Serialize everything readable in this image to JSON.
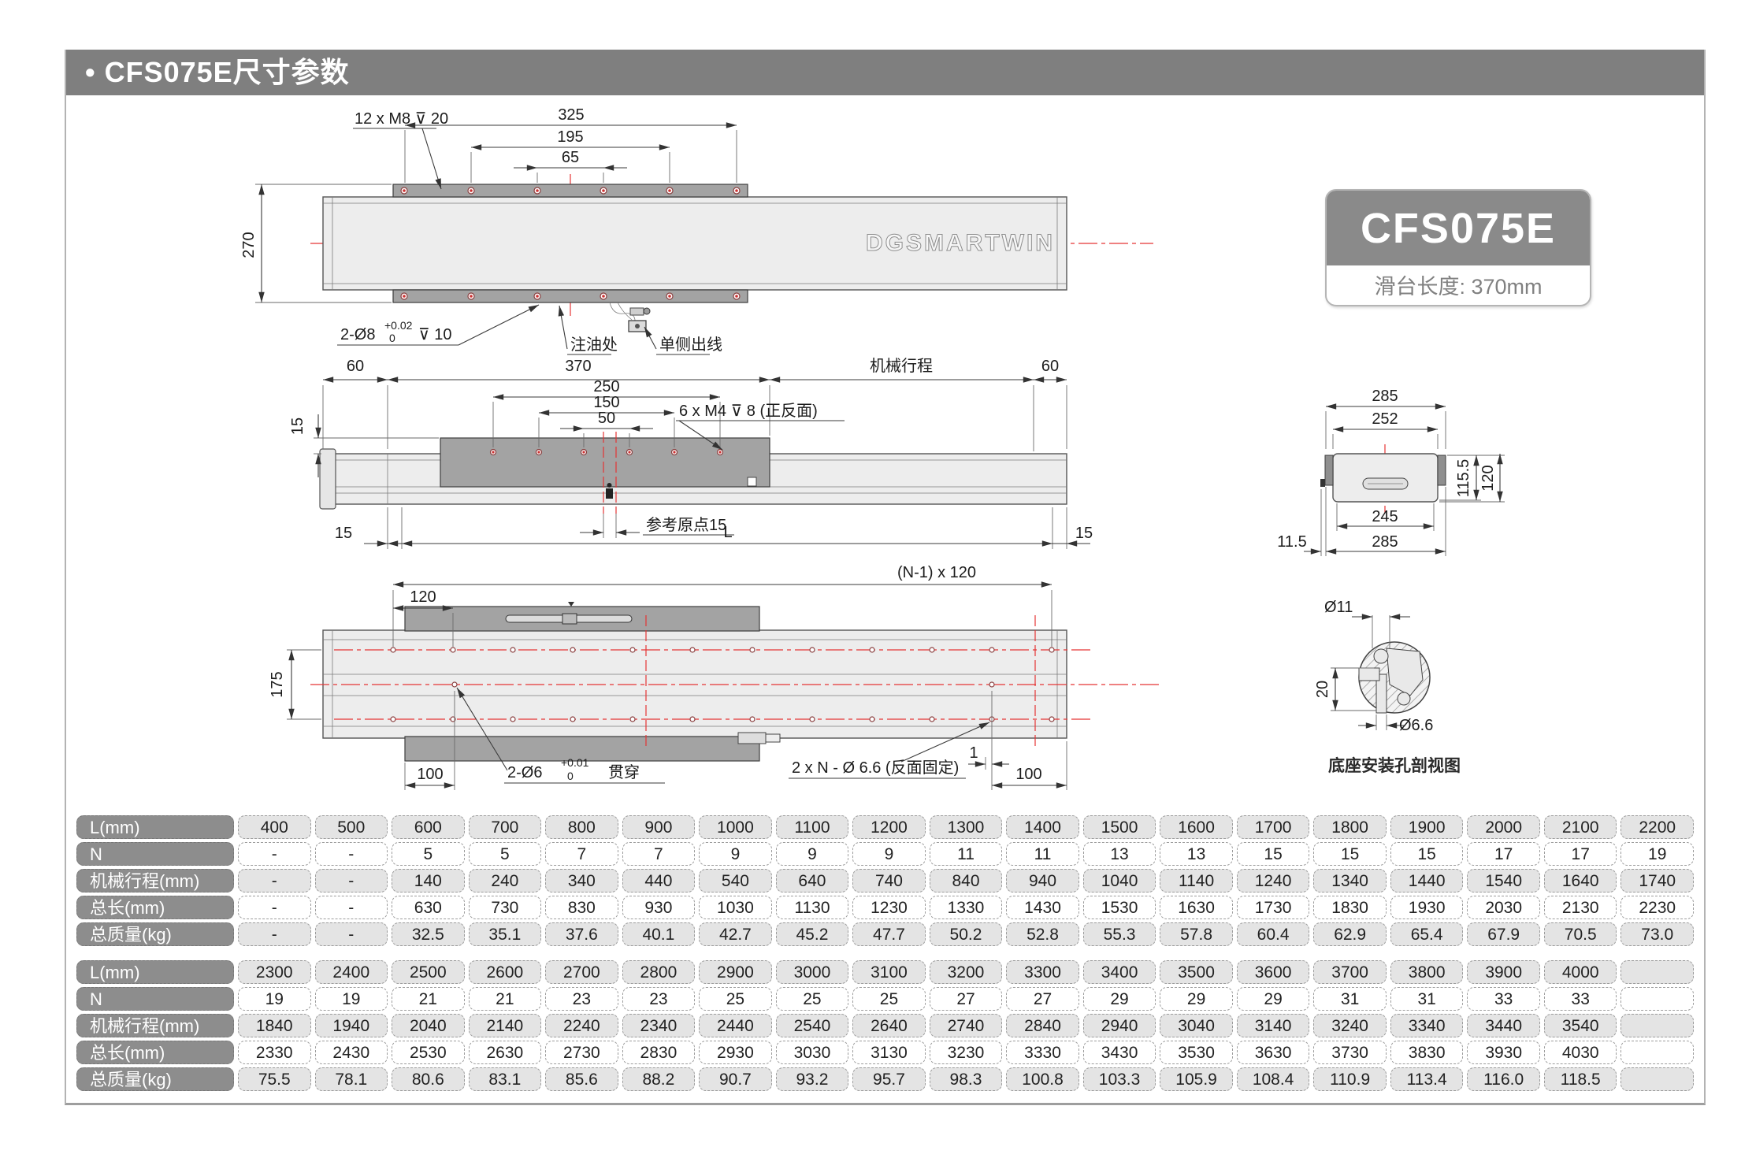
{
  "page": {
    "title": "• CFS075E尺寸参数"
  },
  "badge": {
    "model": "CFS075E",
    "slide_length": "滑台长度: 370mm"
  },
  "drawings": {
    "top": {
      "m8_note": "12 x M8  ⊽ 20",
      "d325": "325",
      "d195": "195",
      "d65": "65",
      "d270": "270",
      "hole_note": "2-Ø8",
      "tol_plus": "+0.02",
      "tol_zero": "0",
      "depth10": "⊽ 10",
      "oil": "注油处",
      "cable": "单侧出线",
      "logo": "DGSMARTWIN"
    },
    "side": {
      "d60l": "60",
      "d370": "370",
      "stroke_lbl": "机械行程",
      "d60r": "60",
      "d250": "250",
      "d150": "150",
      "d50": "50",
      "d15side": "15",
      "m4_note": "6 x M4  ⊽ 8 (正反面)",
      "origin": "参考原点15",
      "d15bl": "15",
      "dL": "L",
      "d15br": "15"
    },
    "end": {
      "d285t": "285",
      "d252": "252",
      "d115": "115.5",
      "d120": "120",
      "d245": "245",
      "d285b": "285",
      "d11_5": "11.5"
    },
    "bottom": {
      "pattern": "(N-1) x 120",
      "d120": "120",
      "d175": "175",
      "d100l": "100",
      "hole_note": "2-Ø6",
      "tol_plus": "+0.01",
      "tol_zero": "0",
      "thru": "贯穿",
      "mount": "2 x N - Ø 6.6 (反面固定)",
      "d1": "1",
      "d100r": "100"
    },
    "section": {
      "d11": "Ø11",
      "d20": "20",
      "d66": "Ø6.6",
      "caption": "底座安装孔剖视图"
    }
  },
  "tables": [
    {
      "rows": [
        {
          "label": "L(mm)",
          "values": [
            "400",
            "500",
            "600",
            "700",
            "800",
            "900",
            "1000",
            "1100",
            "1200",
            "1300",
            "1400",
            "1500",
            "1600",
            "1700",
            "1800",
            "1900",
            "2000",
            "2100",
            "2200"
          ]
        },
        {
          "label": "N",
          "values": [
            "-",
            "-",
            "5",
            "5",
            "7",
            "7",
            "9",
            "9",
            "9",
            "11",
            "11",
            "13",
            "13",
            "15",
            "15",
            "15",
            "17",
            "17",
            "19"
          ]
        },
        {
          "label": "机械行程(mm)",
          "values": [
            "-",
            "-",
            "140",
            "240",
            "340",
            "440",
            "540",
            "640",
            "740",
            "840",
            "940",
            "1040",
            "1140",
            "1240",
            "1340",
            "1440",
            "1540",
            "1640",
            "1740"
          ]
        },
        {
          "label": "总长(mm)",
          "values": [
            "-",
            "-",
            "630",
            "730",
            "830",
            "930",
            "1030",
            "1130",
            "1230",
            "1330",
            "1430",
            "1530",
            "1630",
            "1730",
            "1830",
            "1930",
            "2030",
            "2130",
            "2230"
          ]
        },
        {
          "label": "总质量(kg)",
          "values": [
            "-",
            "-",
            "32.5",
            "35.1",
            "37.6",
            "40.1",
            "42.7",
            "45.2",
            "47.7",
            "50.2",
            "52.8",
            "55.3",
            "57.8",
            "60.4",
            "62.9",
            "65.4",
            "67.9",
            "70.5",
            "73.0"
          ]
        }
      ]
    },
    {
      "rows": [
        {
          "label": "L(mm)",
          "values": [
            "2300",
            "2400",
            "2500",
            "2600",
            "2700",
            "2800",
            "2900",
            "3000",
            "3100",
            "3200",
            "3300",
            "3400",
            "3500",
            "3600",
            "3700",
            "3800",
            "3900",
            "4000",
            ""
          ]
        },
        {
          "label": "N",
          "values": [
            "19",
            "19",
            "21",
            "21",
            "23",
            "23",
            "25",
            "25",
            "25",
            "27",
            "27",
            "29",
            "29",
            "29",
            "31",
            "31",
            "33",
            "33",
            ""
          ]
        },
        {
          "label": "机械行程(mm)",
          "values": [
            "1840",
            "1940",
            "2040",
            "2140",
            "2240",
            "2340",
            "2440",
            "2540",
            "2640",
            "2740",
            "2840",
            "2940",
            "3040",
            "3140",
            "3240",
            "3340",
            "3440",
            "3540",
            ""
          ]
        },
        {
          "label": "总长(mm)",
          "values": [
            "2330",
            "2430",
            "2530",
            "2630",
            "2730",
            "2830",
            "2930",
            "3030",
            "3130",
            "3230",
            "3330",
            "3430",
            "3530",
            "3630",
            "3730",
            "3830",
            "3930",
            "4030",
            ""
          ]
        },
        {
          "label": "总质量(kg)",
          "values": [
            "75.5",
            "78.1",
            "80.6",
            "83.1",
            "85.6",
            "88.2",
            "90.7",
            "93.2",
            "95.7",
            "98.3",
            "100.8",
            "103.3",
            "105.9",
            "108.4",
            "110.9",
            "113.4",
            "116.0",
            "118.5",
            ""
          ]
        }
      ]
    }
  ]
}
